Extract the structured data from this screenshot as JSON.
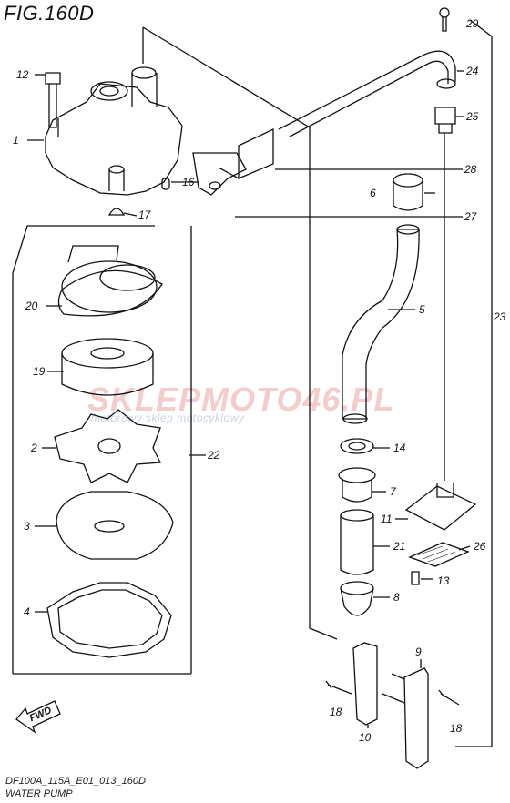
{
  "figure": {
    "title": "FIG.160D"
  },
  "footer": {
    "code": "DF100A_115A_E01_013_160D",
    "name": "WATER PUMP"
  },
  "watermark": {
    "brand": "SKLEPMOTO46.PL",
    "tagline": "motorowy sklep motocyklowy"
  },
  "fwd": {
    "label": "FWD"
  },
  "callouts": [
    "1",
    "2",
    "3",
    "4",
    "5",
    "6",
    "7",
    "8",
    "9",
    "10",
    "11",
    "12",
    "13",
    "14",
    "16",
    "17",
    "18",
    "18",
    "19",
    "20",
    "21",
    "22",
    "23",
    "24",
    "25",
    "26",
    "27",
    "28",
    "29"
  ]
}
